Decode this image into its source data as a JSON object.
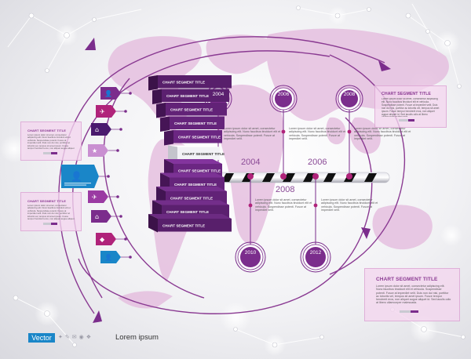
{
  "timeline": {
    "top_years": [
      "2004",
      "2006",
      "2008"
    ],
    "bottom_years": [
      "2010",
      "2012"
    ],
    "bar_years": [
      "2004",
      "2006",
      "2008"
    ]
  },
  "lorem_text": "Lorem ipsum dolor sit amet, consectetur adipiscing elit. Nunc faucibus tincidunt elit et vehicula. Suspendisse potenti. Fusce at imperdiet velit.",
  "segment_label": "CHART SEGMENT TITLE",
  "panels": {
    "title": "CHART SEGMENT TITLE",
    "body": "Lorem ipsum dolor sit amet, consectetur adipiscing elit. Nunc faucibus tincidunt elit et vehicula. Suspendisse potenti. Fusce at imperdiet velit. Duis non dui nisi, porttitor ac lobortis vel, tempus sit amet ipsum. Fusce tempor hendrerit eros, non aliquet augue aliquet id. Sed iaculis odio at libero ullamcorper malesuada."
  },
  "footer": {
    "badge": "Vector",
    "caption": "Lorem ipsum"
  },
  "colors": {
    "purple_dark": "#4a1a6e",
    "purple_mid": "#7b2d8c",
    "magenta": "#b0237a",
    "blue": "#1a86c8",
    "pink_panel": "#f4d6ee"
  },
  "icons": [
    "user-icon",
    "airplane-icon",
    "house-icon",
    "star-icon",
    "person-icon",
    "airplane-icon",
    "house-icon",
    "tag-icon",
    "person-icon"
  ]
}
